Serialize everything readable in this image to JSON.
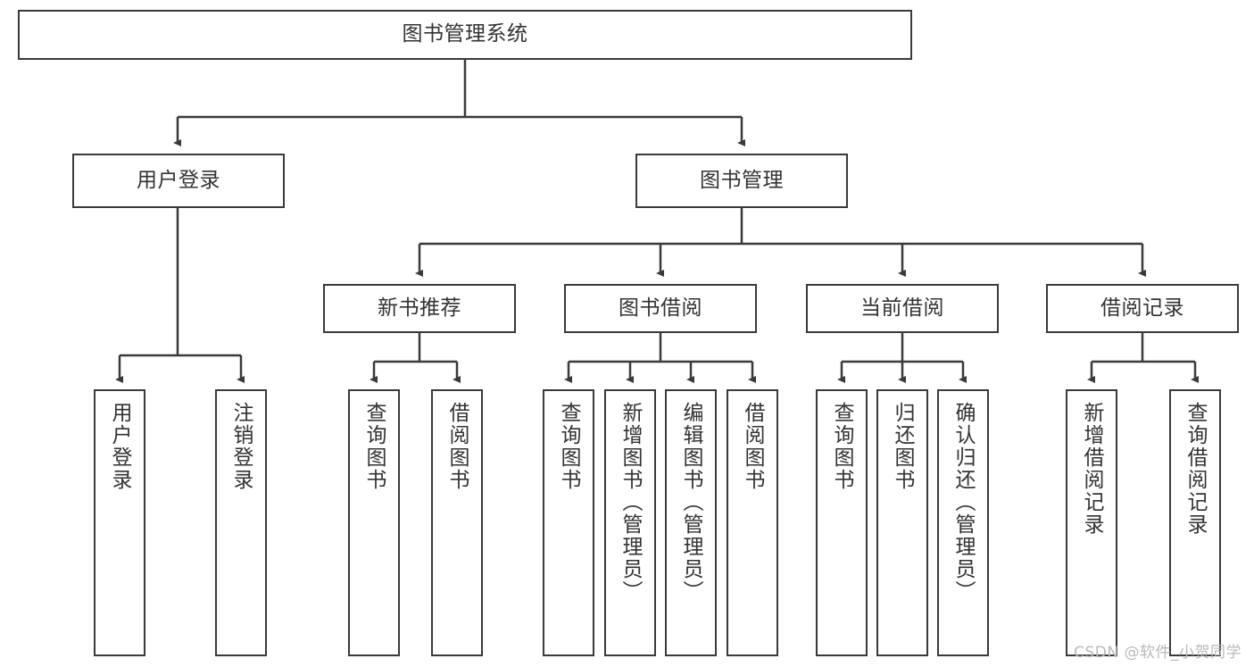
{
  "diagram": {
    "type": "tree-hierarchy-chart",
    "title": "图书管理系统",
    "colors": {
      "background": "#ffffff",
      "node_border": "#3a3a3a",
      "node_fill": "#ffffff",
      "text": "#333333",
      "edge": "#3a3a3a",
      "watermark": "#b9b9b9"
    },
    "watermark": "CSDN @软件_小贺同学",
    "nodes": {
      "root": {
        "label": "图书管理系统"
      },
      "branch_user_login": {
        "label": "用户登录"
      },
      "branch_book_manage": {
        "label": "图书管理"
      },
      "group_new_book": {
        "label": "新书推荐"
      },
      "group_borrow_book": {
        "label": "图书借阅"
      },
      "group_current_borrow": {
        "label": "当前借阅"
      },
      "group_borrow_record": {
        "label": "借阅记录"
      },
      "leaf_user_login": {
        "label": "用户登录"
      },
      "leaf_logout_login": {
        "label": "注销登录"
      },
      "leaf_query_book_1": {
        "label": "查询图书"
      },
      "leaf_borrow_book_1": {
        "label": "借阅图书"
      },
      "leaf_query_book_2": {
        "label": "查询图书"
      },
      "leaf_add_book": {
        "label": "新增图书（管理员）"
      },
      "leaf_edit_book": {
        "label": "编辑图书（管理员）"
      },
      "leaf_borrow_book_2": {
        "label": "借阅图书"
      },
      "leaf_query_book_3": {
        "label": "查询图书"
      },
      "leaf_return_book": {
        "label": "归还图书"
      },
      "leaf_confirm_return": {
        "label": "确认归还（管理员）"
      },
      "leaf_add_record": {
        "label": "新增借阅记录"
      },
      "leaf_query_record": {
        "label": "查询借阅记录"
      }
    }
  }
}
